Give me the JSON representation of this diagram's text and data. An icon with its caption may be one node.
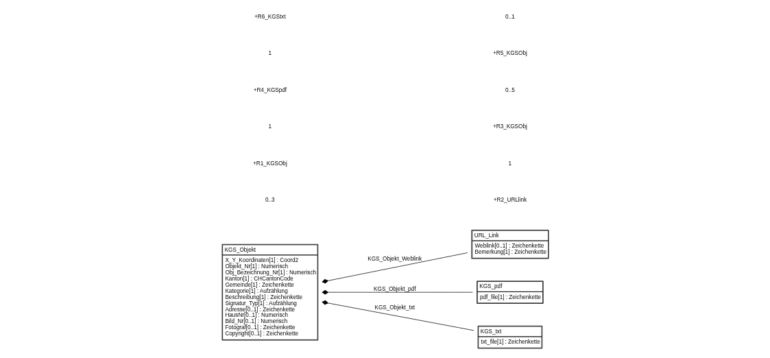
{
  "diagram": {
    "nodes": [
      {
        "text": [
          "KGS_Objekt",
          "X_Y_Koordinaten[1] : Coord2",
          "Objekt_Nr[1] : Numerisch",
          "Obj_Bezeichnung_Nr[1] : Numerisch",
          "Kanton[1] : CHCantonCode",
          "Gemeinde[1] : Zeichenkette",
          "Kategorie[1] : Aufzählung",
          "Beschreibung[1] : Zeichenkette",
          "Signatur_Typ[1] : Aufzählung",
          "Adresse[0..1] : Zeichenkette",
          "HausNr[0..1] : Numerisch",
          "Bild_Nr[0..1] : Numerisch",
          "Fotograf[0..1] : Zeichenkette",
          "Copyright[0..1] : Zeichenkette"
        ]
      },
      {
        "text": [
          "URL_Link",
          "Weblink[0..1] : Zeichenkette",
          "Bemerkung[1] : Zeichenkette"
        ]
      },
      {
        "text": [
          "KGS_pdf",
          "pdf_file[1] : Zeichenkette"
        ]
      },
      {
        "text": [
          "KGS_txt",
          "txt_file[1] : Zeichenkette"
        ]
      }
    ],
    "edges": [
      {
        "from": 0,
        "to": 1,
        "arrow": "other",
        "label": "KGS_Objekt_Weblink"
      },
      {
        "from": 0,
        "to": 2,
        "arrow": "other",
        "label": "KGS_Objekt_pdf"
      },
      {
        "from": 0,
        "to": 3,
        "arrow": "other",
        "label": "KGS_Objekt_txt"
      }
    ],
    "labels": [
      "0..3",
      "+R2_URLlink",
      "+R1_KGSObj",
      "1",
      "1",
      "+R3_KGSObj",
      "+R4_KGSpdf",
      "0..5",
      "1",
      "+R5_KGSObj",
      "+R6_KGStxt",
      "0..1"
    ]
  }
}
